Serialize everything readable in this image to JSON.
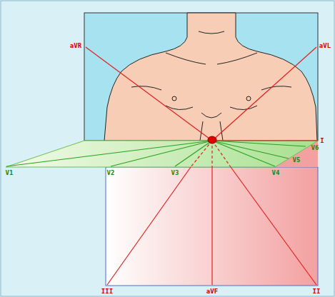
{
  "diagram": {
    "labels": [
      "aVR",
      "aVL",
      "I",
      "V6",
      "V5",
      "V1",
      "V2",
      "V3",
      "V4",
      "III",
      "aVF",
      "II"
    ]
  }
}
